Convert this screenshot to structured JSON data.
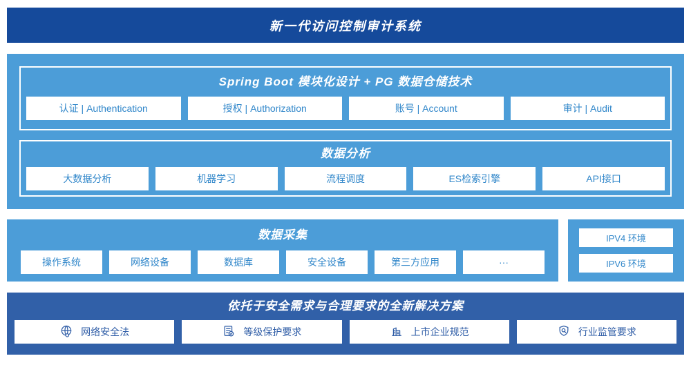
{
  "colors": {
    "banner_bg": "#154A9B",
    "platform_bg": "#4C9DD8",
    "solution_bg": "#3160A8",
    "module_text_blue": "#3187CA",
    "solution_text_blue": "#2E5CA6",
    "title_text": "#FFFFFF"
  },
  "banner": {
    "title": "新一代访问控制审计系统"
  },
  "platform": {
    "spring": {
      "title": "Spring Boot 模块化设计 + PG 数据仓储技术",
      "modules": [
        "认证 | Authentication",
        "授权 | Authorization",
        "账号 | Account",
        "审计 | Audit"
      ]
    },
    "analysis": {
      "title": "数据分析",
      "modules": [
        "大数据分析",
        "机器学习",
        "流程调度",
        "ES检索引擎",
        "API接口"
      ]
    }
  },
  "collection": {
    "title": "数据采集",
    "sources": [
      "操作系统",
      "网络设备",
      "数据库",
      "安全设备",
      "第三方应用",
      "···"
    ],
    "environments": [
      "IPV4 环境",
      "IPV6 环境"
    ]
  },
  "solution": {
    "title": "依托于安全需求与合理要求的全新解决方案",
    "items": [
      {
        "icon": "globe-icon",
        "label": "网络安全法"
      },
      {
        "icon": "document-check-icon",
        "label": "等级保护要求"
      },
      {
        "icon": "building-icon",
        "label": "上市企业规范"
      },
      {
        "icon": "shield-search-icon",
        "label": "行业监管要求"
      }
    ]
  }
}
